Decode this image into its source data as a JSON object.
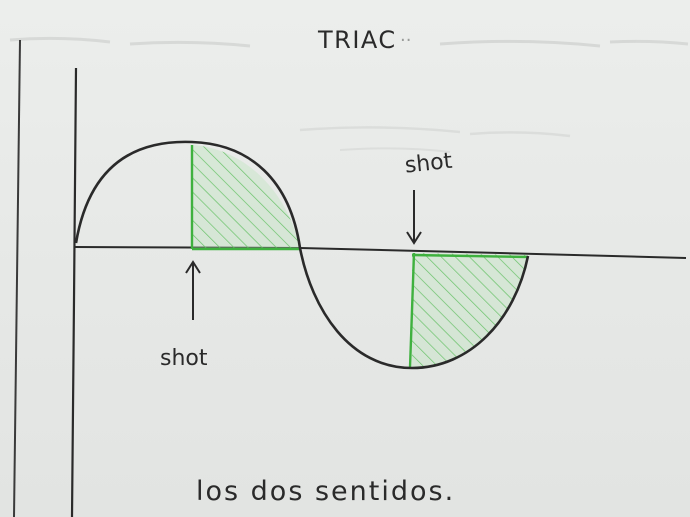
{
  "diagram": {
    "title": "TRIAC",
    "labels": {
      "shot_top": "shot",
      "shot_bottom": "shot"
    },
    "caption": "los dos sentidos.",
    "colors": {
      "ink": "#2a2a2a",
      "conduction_fill": "#b8e2b8",
      "conduction_stroke": "#3fb13f",
      "paper": "#e9ebe9",
      "ghost_text": "#c9cbc9"
    }
  }
}
